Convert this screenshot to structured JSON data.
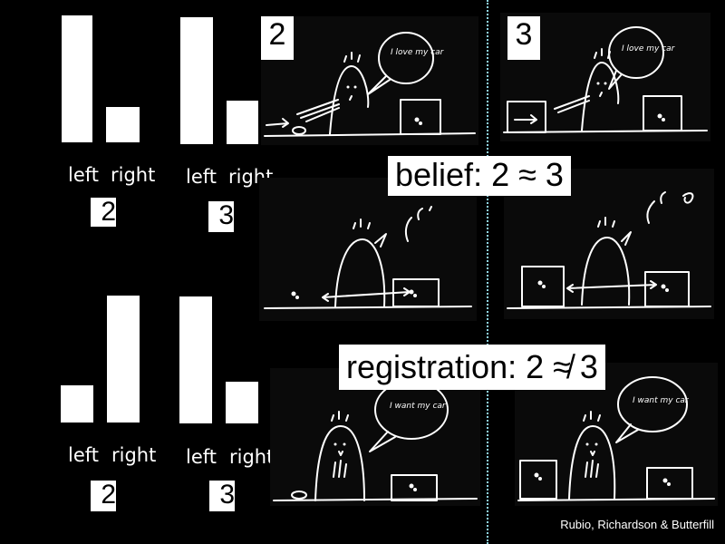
{
  "charts": [
    {
      "id": "top-left",
      "labels": [
        "left",
        "right"
      ],
      "number": "2",
      "values": [
        1.0,
        0.28
      ]
    },
    {
      "id": "top-right",
      "labels": [
        "left",
        "right"
      ],
      "number": "3",
      "values": [
        1.0,
        0.34
      ]
    },
    {
      "id": "bottom-left",
      "labels": [
        "left",
        "right"
      ],
      "number": "2",
      "values": [
        0.29,
        1.0
      ]
    },
    {
      "id": "bottom-right",
      "labels": [
        "left",
        "right"
      ],
      "number": "3",
      "values": [
        1.0,
        0.33
      ]
    }
  ],
  "panels": {
    "label_2": "2",
    "label_3": "3",
    "speech_love": "I love my car",
    "speech_want": "I want my car"
  },
  "callouts": {
    "belief": "belief: 2 ≈ 3",
    "registration": "registration: 2 ≉ 3"
  },
  "credit": "Rubio, Richardson & Butterfill",
  "colors": {
    "background": "#000000",
    "bars": "#ffffff",
    "divider": "#8fd6e6"
  }
}
